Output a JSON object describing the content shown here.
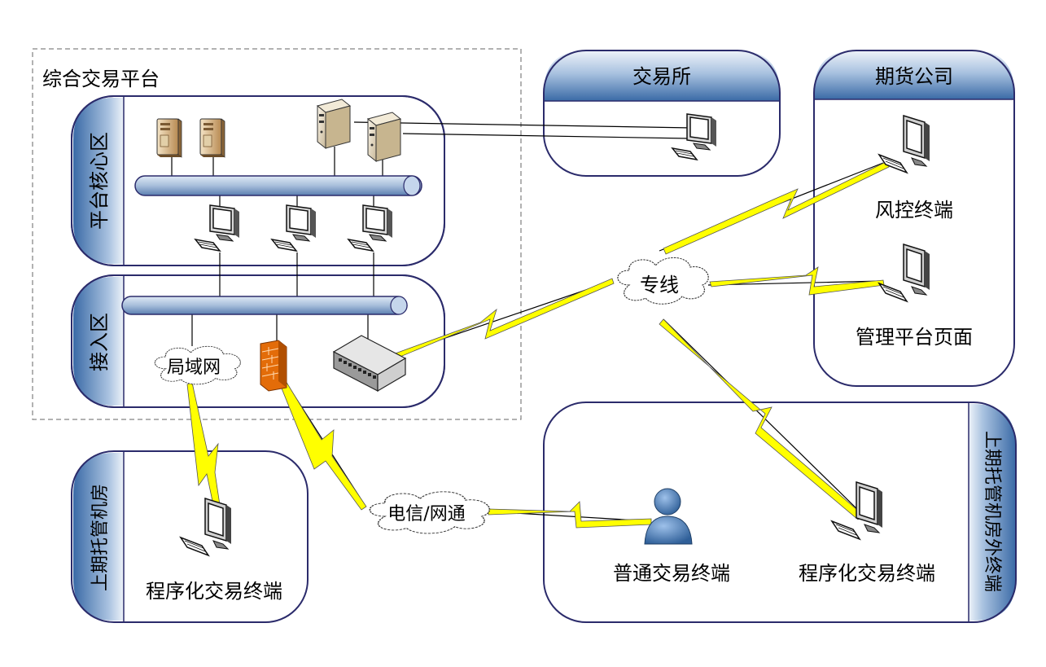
{
  "platform": {
    "title": "综合交易平台",
    "core_zone_label": "平台核心区",
    "access_zone_label": "接入区",
    "lan_label": "局域网"
  },
  "exchange": {
    "title": "交易所"
  },
  "futures_company": {
    "title": "期货公司",
    "risk_terminal_label": "风控终端",
    "admin_page_label": "管理平台页面"
  },
  "dedicated_line_label": "专线",
  "telecom_label": "电信/网通",
  "shfe_in_room": {
    "title": "上期托管机房",
    "terminal_label": "程序化交易终端"
  },
  "shfe_outside": {
    "title": "上期托管机房外终端",
    "normal_terminal_label": "普通交易终端",
    "program_terminal_label": "程序化交易终端"
  },
  "colors": {
    "tab_blue": "#4f81bd",
    "tab_light": "#dbe5f1",
    "border_navy": "#2b2b6b",
    "lightning_yellow": "#ffff00",
    "firewall_orange": "#e36c09"
  },
  "icons": [
    "server-icon",
    "computer-icon",
    "switch-icon",
    "firewall-icon",
    "user-icon",
    "cloud-icon",
    "lightning-link"
  ]
}
